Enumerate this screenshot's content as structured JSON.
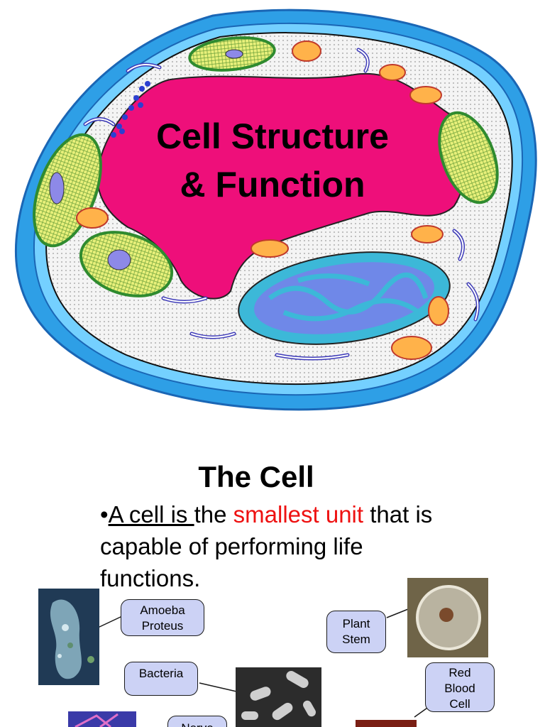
{
  "slide1": {
    "title_line1": "Cell Structure",
    "title_line2": "& Function",
    "illustration": "plant-cell-diagram"
  },
  "slide2": {
    "title": "The Cell",
    "bullet": {
      "marker": "•",
      "part1": "A cell is ",
      "part2": "the ",
      "part3": "smallest unit",
      "part4": " that is capable of performing life functions."
    },
    "callouts": {
      "amoeba": [
        "Amoeba",
        "Proteus"
      ],
      "plant_stem": [
        "Plant",
        "Stem"
      ],
      "bacteria": "Bacteria",
      "red_blood_cell": [
        "Red",
        "Blood",
        "Cell"
      ],
      "nerve": "Nerve"
    },
    "colors": {
      "highlight": "#ee1111",
      "callout_fill": "#ccd2f5"
    }
  }
}
